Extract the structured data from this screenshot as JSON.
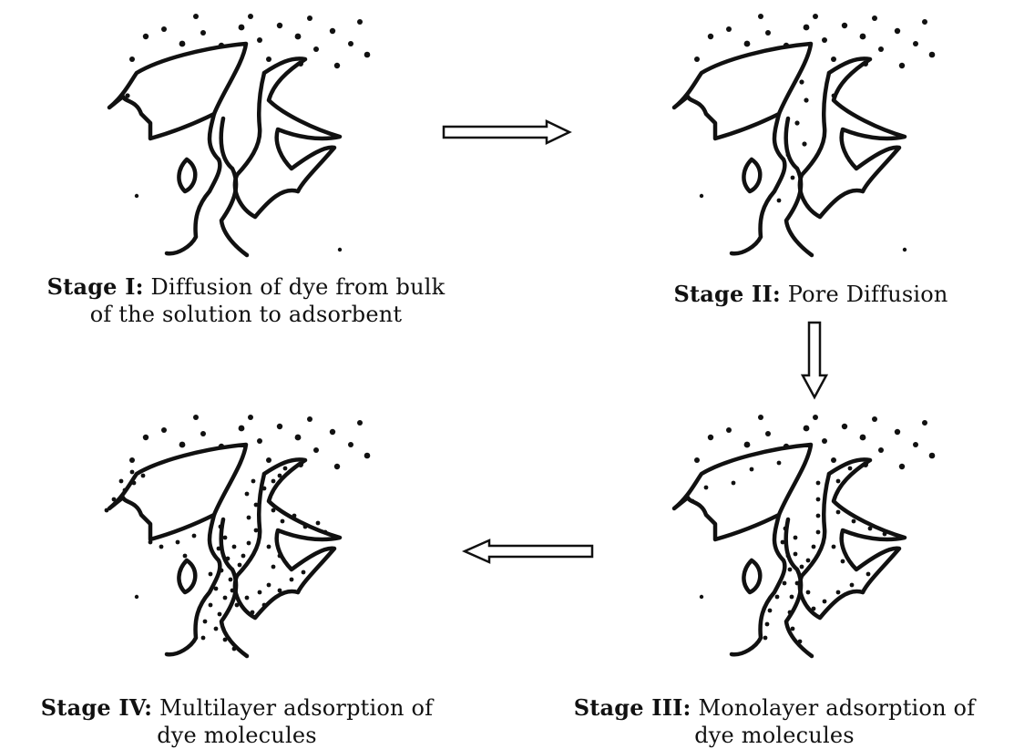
{
  "stages": [
    {
      "label": "Stage I:",
      "line1": "Diffusion of dye from bulk",
      "line2": "of the solution to adsorbent"
    },
    {
      "label": "Stage II:",
      "line1": "Pore Diffusion",
      "line2": ""
    },
    {
      "label": "Stage III:",
      "line1": "Monolayer adsorption of",
      "line2": "dye molecules"
    },
    {
      "label": "Stage IV:",
      "line1": "Multilayer adsorption of",
      "line2": "dye molecules"
    }
  ],
  "colors": {
    "ink": "#111111",
    "background": "#ffffff"
  },
  "arrows": [
    "stage-1-to-2",
    "stage-2-to-3",
    "stage-3-to-4"
  ]
}
